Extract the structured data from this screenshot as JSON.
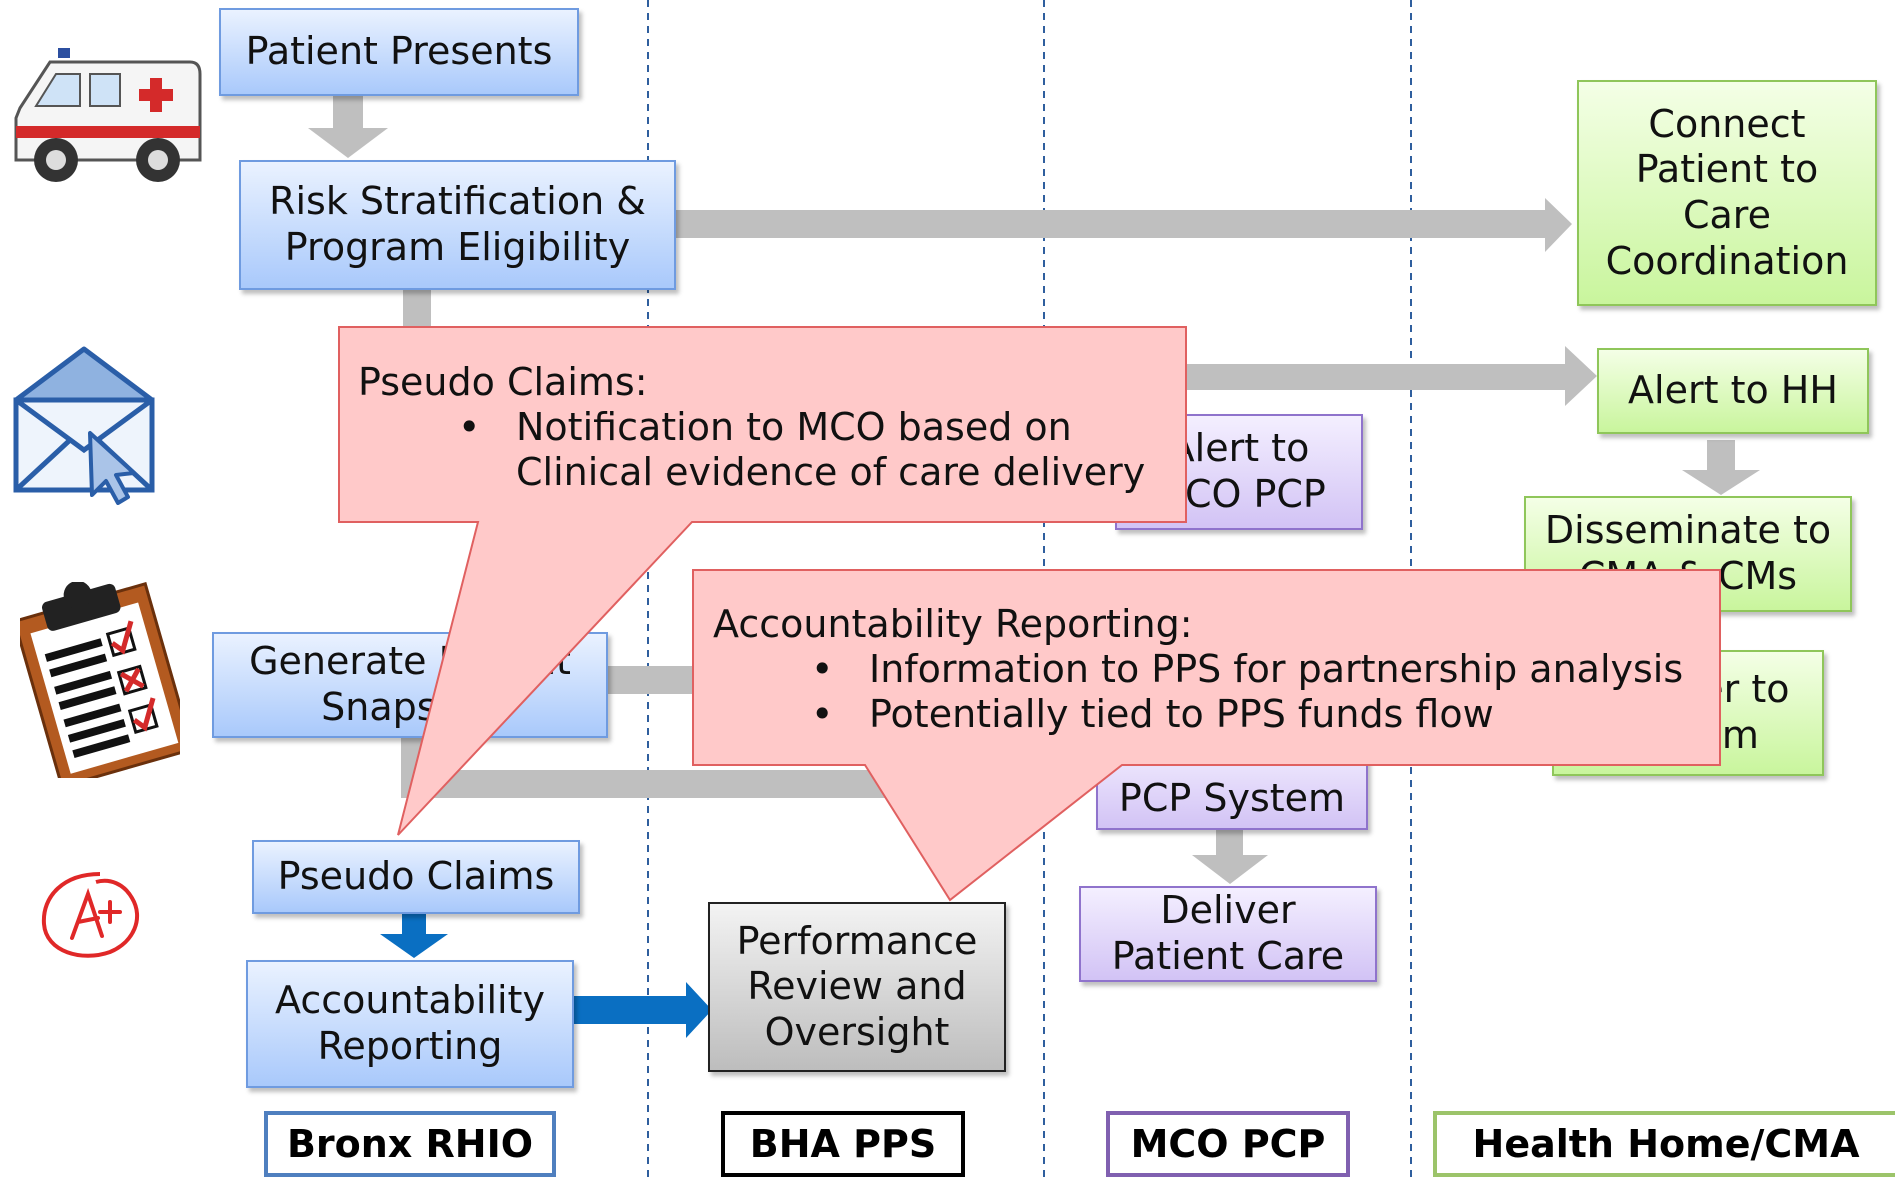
{
  "lanes": [
    "Bronx RHIO",
    "BHA PPS",
    "MCO PCP",
    "Health Home/CMA"
  ],
  "boxes": {
    "patient_presents": "Patient Presents",
    "risk_stratification": "Risk Stratification &\nProgram Eligibility",
    "connect_patient": "Connect\nPatient to\nCare\nCoordination",
    "alert_hh": "Alert to HH",
    "alert_mco": "Alert to\nMCO PCP",
    "disseminate": "Disseminate to\nCMA & CMs",
    "generate_snapshot": "Generate Patient\nSnapshot",
    "transfer_system": "Transfer to\nSystem",
    "pcp_system": "PCP System",
    "pseudo_claims": "Pseudo Claims",
    "accountability_reporting": "Accountability\nReporting",
    "performance_review": "Performance\nReview and\nOversight",
    "deliver_care": "Deliver\nPatient Care"
  },
  "callouts": {
    "pseudo": {
      "title": "Pseudo Claims:",
      "bullet": "Notification to MCO based on\nClinical evidence of care delivery"
    },
    "accountability": {
      "title": "Accountability Reporting:",
      "bullets": [
        "Information to PPS for partnership analysis",
        "Potentially tied to PPS funds flow"
      ]
    }
  },
  "icons": [
    "ambulance-icon",
    "envelope-cursor-icon",
    "clipboard-checklist-icon",
    "grade-a-plus-icon"
  ],
  "colors": {
    "blue_border": "#6f9be0",
    "green_border": "#8fc65a",
    "purple_border": "#8f73cc",
    "arrow_gray": "#bfbfbf",
    "arrow_blue": "#0a6fc2",
    "callout_fill": "#ffc9c9",
    "callout_border": "#e06060"
  }
}
